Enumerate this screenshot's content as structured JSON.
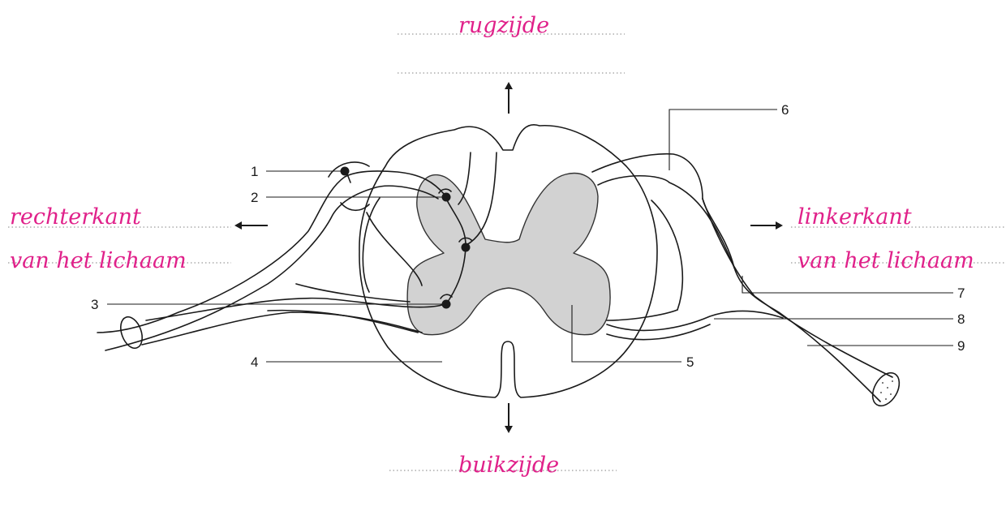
{
  "directions": {
    "top": "rugzijde",
    "bottom": "buikzijde",
    "right_of_body": [
      "rechterkant",
      "van het lichaam"
    ],
    "left_of_body": [
      "linkerkant",
      "van het lichaam"
    ]
  },
  "callouts": [
    "1",
    "2",
    "3",
    "4",
    "5",
    "6",
    "7",
    "8",
    "9"
  ],
  "colors": {
    "handwriting": "#e0218a",
    "ink": "#1a1a1a",
    "grey_matter": "#d2d2d2",
    "dotted": "#9a9a9a"
  }
}
